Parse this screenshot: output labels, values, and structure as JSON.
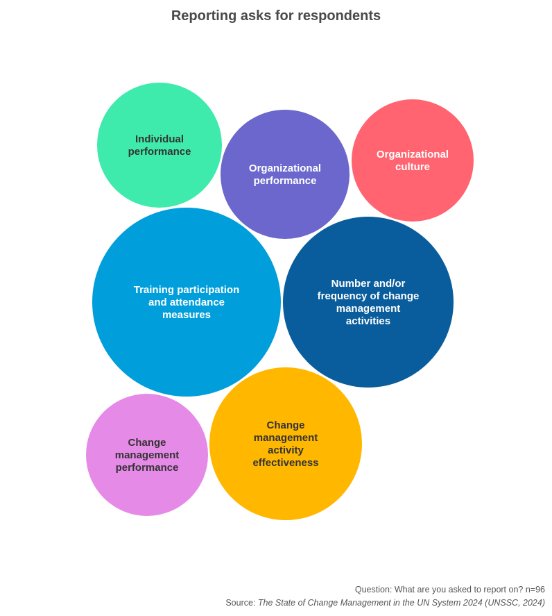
{
  "chart_data": {
    "type": "bubble",
    "title": "Reporting asks for respondents",
    "bubbles": [
      {
        "label": "Training participation and attendance measures",
        "color": "#009edb",
        "text_color": "#ffffff"
      },
      {
        "label": "Number and/or frequency of change management activities",
        "color": "#0a5d9c",
        "text_color": "#ffffff"
      },
      {
        "label": "Change management activity effectiveness",
        "color": "#ffb700",
        "text_color": "#333333"
      },
      {
        "label": "Organizational performance",
        "color": "#6b67cc",
        "text_color": "#ffffff"
      },
      {
        "label": "Individual performance",
        "color": "#3eeaac",
        "text_color": "#333333"
      },
      {
        "label": "Change management performance",
        "color": "#e68ae8",
        "text_color": "#333333"
      },
      {
        "label": "Organizational culture",
        "color": "#ff6470",
        "text_color": "#ffffff"
      }
    ]
  },
  "footer": {
    "question": "Question: What are you asked to report on? n=96",
    "source_prefix": "Source: ",
    "source_title": "The State of Change Management in the UN System 2024 (UNSSC, 2024)"
  }
}
